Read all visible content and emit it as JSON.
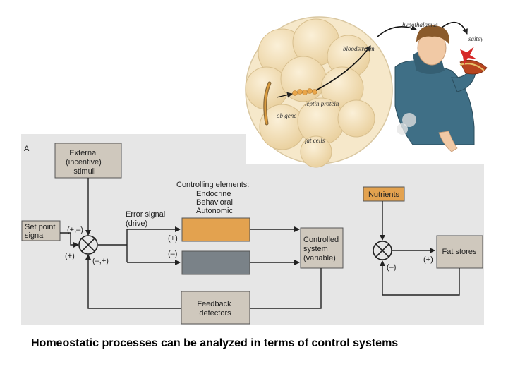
{
  "panel_label": "A",
  "external": [
    "External",
    "(incentive)",
    "stimuli"
  ],
  "set_point": [
    "Set point",
    "signal"
  ],
  "controlling": [
    "Controlling elements:",
    "Endocrine",
    "Behavioral",
    "Autonomic"
  ],
  "error_signal": [
    "Error signal",
    "(drive)"
  ],
  "sign_plus_minus": "(+,–)",
  "sign_plus": "(+)",
  "sign_minus_plus": "(–,+)",
  "sign_minus": "(–)",
  "controlled": [
    "Controlled",
    "system",
    "(variable)"
  ],
  "feedback": [
    "Feedback",
    "detectors"
  ],
  "nutrients": "Nutrients",
  "fat_stores": "Fat stores",
  "illustration": {
    "hypothalamus": "hypothalamus",
    "satiety": "saitey",
    "bloodstream": "bloodstream",
    "leptin": "leptin protein",
    "ob_gene": "ob gene",
    "fat_cells": "fat cells"
  },
  "caption": "Homeostatic processes can be analyzed in terms of control systems",
  "colors": {
    "panel_bg": "#e6e6e6",
    "box_gray": "#cfc8bd",
    "controller_orange": "#e3a24f",
    "controller_slate": "#7a8288",
    "nutrients_orange": "#e3a24f",
    "fat_cell": "#f3dfb8",
    "hoodie": "#3f6f86"
  }
}
